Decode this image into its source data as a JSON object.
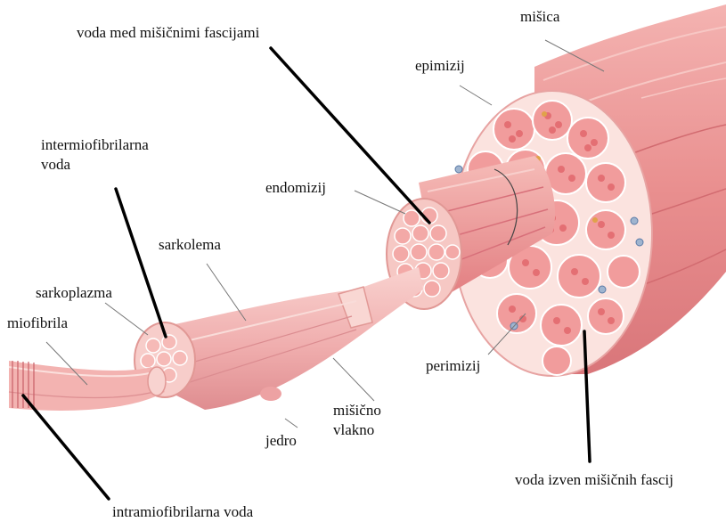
{
  "colors": {
    "muscle": "#e98f8f",
    "muscle_light": "#f6c2c0",
    "muscle_dark": "#c65a5e",
    "fascicle_fill": "#f3a9a7",
    "fiber_cell": "#e46f73",
    "sheath": "#fbe3df",
    "leader_thick": "#000000",
    "leader_thin": "#777777"
  },
  "labels": {
    "misica": "mišica",
    "voda_med": "voda med mišičnimi fascijami",
    "epimizij": "epimizij",
    "intermio_line1": "intermiofibrilarna",
    "intermio_line2": "voda",
    "endomizij": "endomizij",
    "sarkolema": "sarkolema",
    "sarkoplazma": "sarkoplazma",
    "miofibrila": "miofibrila",
    "perimizij": "perimizij",
    "misicno_line1": "mišično",
    "misicno_line2": "vlakno",
    "jedro": "jedro",
    "voda_izven": "voda izven mišičnih fascij",
    "intramio": "intramiofibrilarna voda"
  }
}
